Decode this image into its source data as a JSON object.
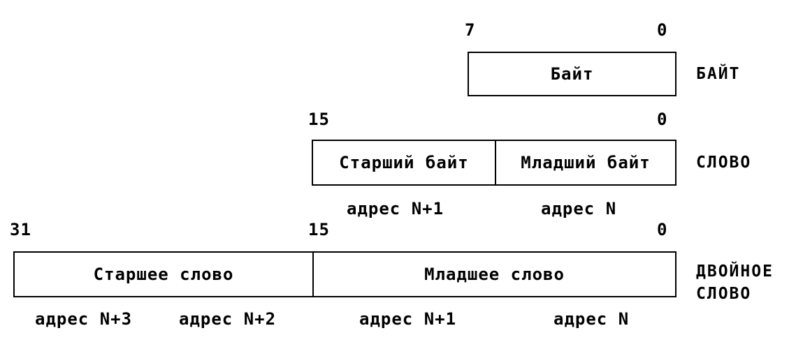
{
  "byte_row": {
    "bit_high": "7",
    "bit_low": "0",
    "cell": "Байт",
    "type_label": "БАЙТ"
  },
  "word_row": {
    "bit_high": "15",
    "bit_low": "0",
    "high_cell": "Старший байт",
    "low_cell": "Младший байт",
    "type_label": "СЛОВО",
    "addr_high": "адрес N+1",
    "addr_low": "адрес N"
  },
  "dword_row": {
    "bit_high": "31",
    "bit_mid": "15",
    "bit_low": "0",
    "high_cell": "Старшее слово",
    "low_cell": "Младшее слово",
    "type_label_line1": "ДВОЙНОЕ",
    "type_label_line2": "СЛОВО",
    "addr_n3": "адрес N+3",
    "addr_n2": "адрес N+2",
    "addr_n1": "адрес N+1",
    "addr_n": "адрес N"
  }
}
